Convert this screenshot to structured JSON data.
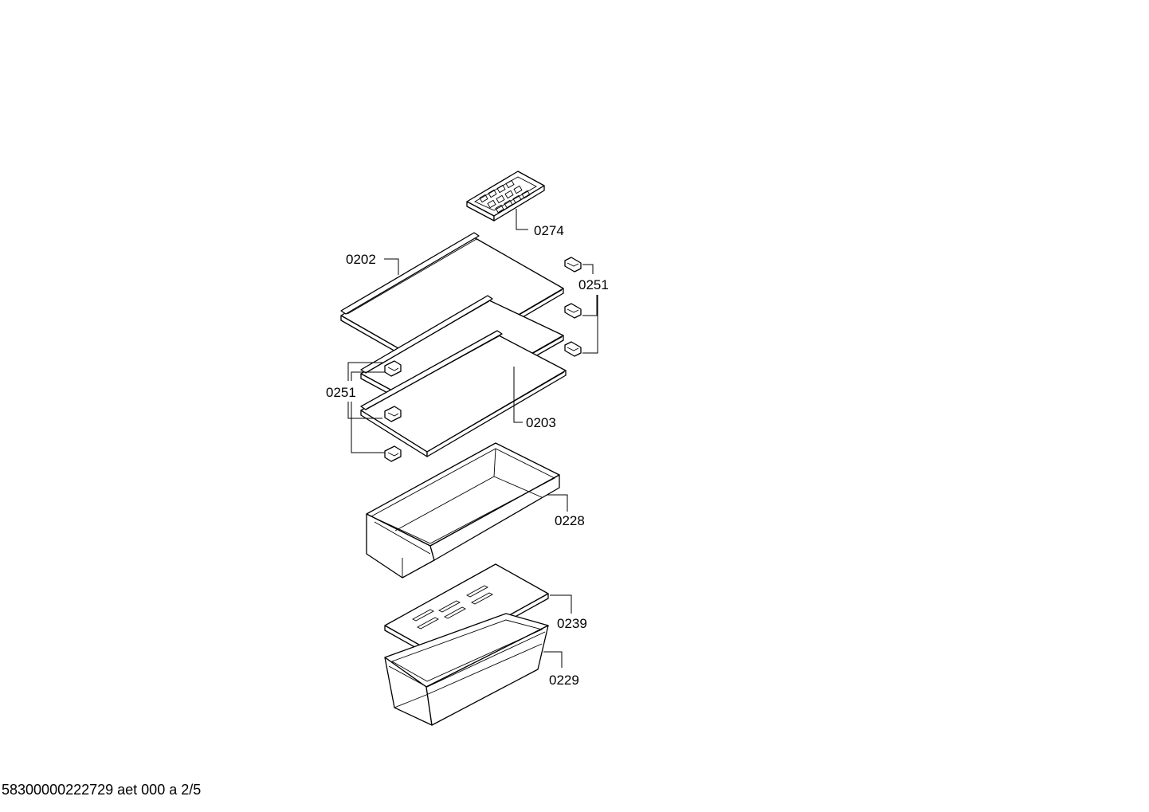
{
  "callouts": {
    "c0274": "0274",
    "c0202": "0202",
    "c0251_right": "0251",
    "c0251_left": "0251",
    "c0203": "0203",
    "c0228": "0228",
    "c0239": "0239",
    "c0229": "0229"
  },
  "footer": {
    "document_code": "58300000222729 aet 000 a 2/5"
  }
}
